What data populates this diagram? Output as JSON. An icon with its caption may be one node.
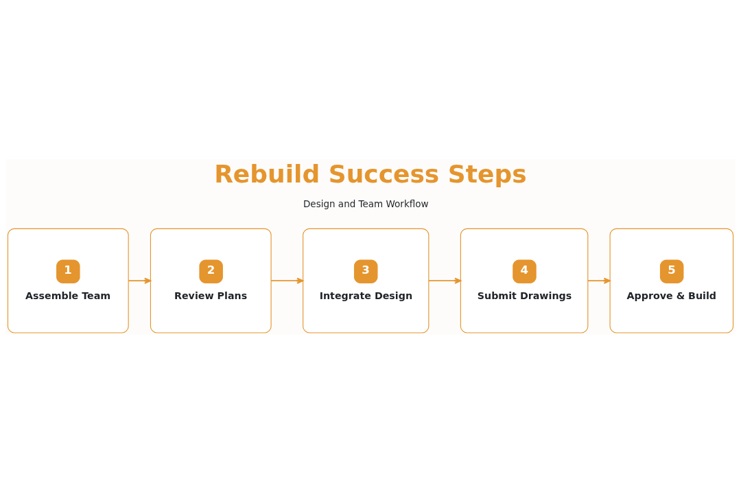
{
  "diagram": {
    "title": "Rebuild Success Steps",
    "nodes": [
      {
        "text": [
          "1",
          "Assemble Team"
        ]
      },
      {
        "text": [
          "2",
          "Review Plans"
        ]
      },
      {
        "text": [
          "3",
          "Integrate Design"
        ]
      },
      {
        "text": [
          "4",
          "Submit Drawings"
        ]
      },
      {
        "text": [
          "5",
          "Approve & Build"
        ]
      }
    ],
    "edges": [
      {
        "from": 0,
        "to": 1,
        "arrow": "to"
      },
      {
        "from": 1,
        "to": 2,
        "arrow": "to"
      },
      {
        "from": 2,
        "to": 3,
        "arrow": "to"
      },
      {
        "from": 3,
        "to": 4,
        "arrow": "to"
      }
    ],
    "labels": [
      "Design and Team Workflow"
    ]
  }
}
